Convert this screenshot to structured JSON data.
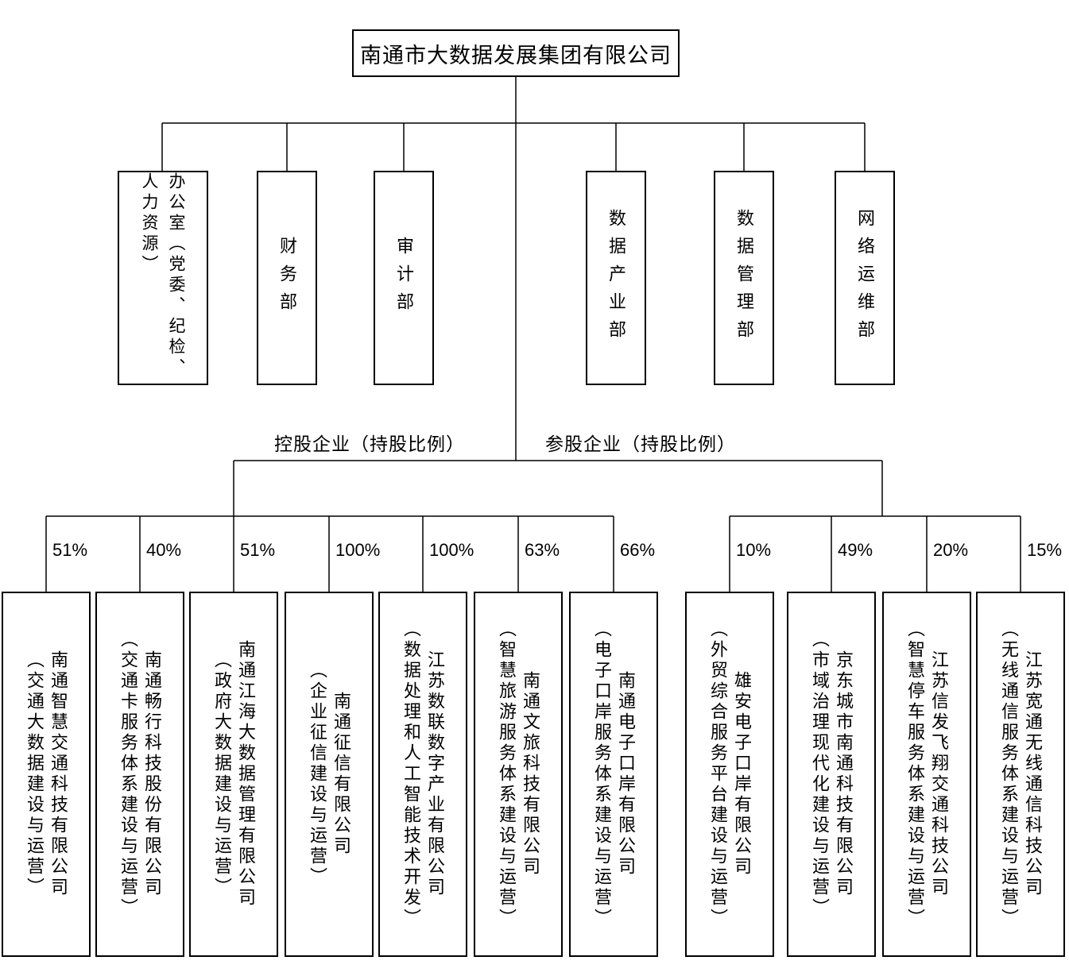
{
  "root": {
    "title": "南通市大数据发展集团有限公司"
  },
  "departments": [
    {
      "name": "办公室（党委、纪检、人力资源）"
    },
    {
      "name": "财务部"
    },
    {
      "name": "审计部"
    },
    {
      "name": "数据产业部"
    },
    {
      "name": "数据管理部"
    },
    {
      "name": "网络运维部"
    }
  ],
  "labels": {
    "holding": "控股企业（持股比例）",
    "participating": "参股企业（持股比例）"
  },
  "holding_companies": [
    {
      "name": "南通智慧交通科技有限公司",
      "description": "（交通大数据建设与运营）",
      "pct": "51%"
    },
    {
      "name": "南通畅行科技股份有限公司",
      "description": "（交通卡服务体系建设与运营）",
      "pct": "40%"
    },
    {
      "name": "南通江海大数据管理有限公司",
      "description": "（政府大数据建设与运营）",
      "pct": "51%"
    },
    {
      "name": "南通征信有限公司",
      "description": "（企业征信建设与运营）",
      "pct": "100%"
    },
    {
      "name": "江苏数联数字产业有限公司",
      "description": "（数据处理和人工智能技术开发）",
      "pct": "100%"
    },
    {
      "name": "南通文旅科技有限公司",
      "description": "（智慧旅游服务体系建设与运营）",
      "pct": "63%"
    },
    {
      "name": "南通电子口岸有限公司",
      "description": "（电子口岸服务体系建设与运营）",
      "pct": "66%"
    }
  ],
  "participating_companies": [
    {
      "name": "雄安电子口岸有限公司",
      "description": "（外贸综合服务平台建设与运营）",
      "pct": "10%"
    },
    {
      "name": "京东城市南通科技有限公司",
      "description": "（市域治理现代化建设与运营）",
      "pct": "49%"
    },
    {
      "name": "江苏信发飞翔交通科技公司",
      "description": "（智慧停车服务体系建设与运营）",
      "pct": "20%"
    },
    {
      "name": "江苏宽通无线通信科技公司",
      "description": "（无线通信服务体系建设与运营）",
      "pct": "15%"
    }
  ],
  "colors": {
    "line": "#000000",
    "border": "#000000",
    "background": "#ffffff",
    "text": "#000000"
  }
}
